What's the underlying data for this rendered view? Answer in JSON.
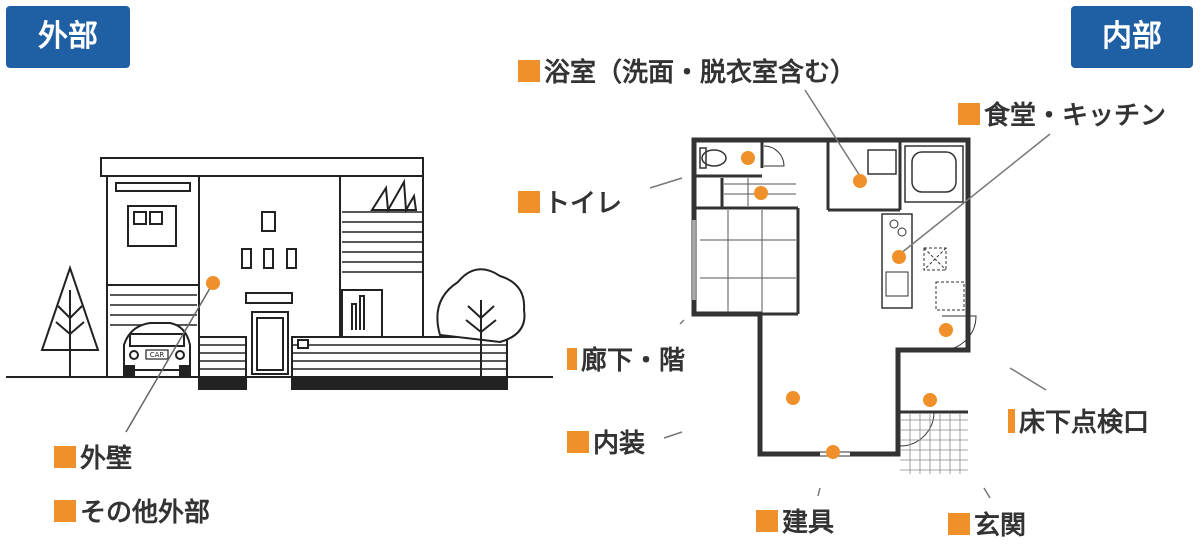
{
  "badges": {
    "exterior": "外部",
    "interior": "内部"
  },
  "labels": {
    "bath": "浴室（洗面・脱衣室含む）",
    "kitchen": "食堂・キッチン",
    "toilet": "トイレ",
    "hallway": "廊下・階",
    "interior_finish": "内装",
    "underfloor": "床下点検口",
    "fixtures": "建具",
    "entrance": "玄関",
    "outer_wall": "外壁",
    "other_exterior": "その他外部"
  },
  "house": {
    "car_plate": "CAR"
  },
  "colors": {
    "accent": "#f0902a",
    "badge": "#1f5fa3",
    "text": "#333333"
  }
}
